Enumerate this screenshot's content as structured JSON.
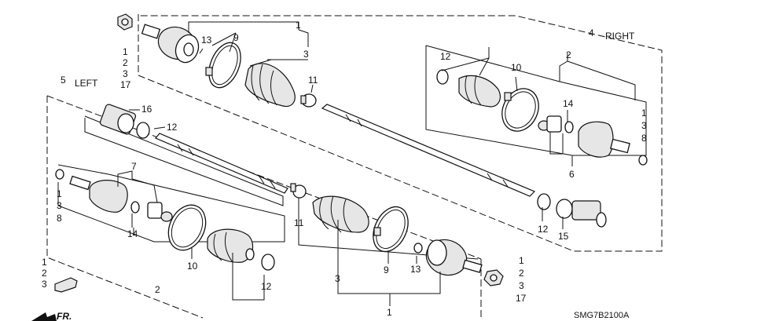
{
  "labels": {
    "right": "RIGHT",
    "left": "LEFT",
    "fr": "FR.",
    "drawing_code": "SMG7B2100A"
  },
  "callouts": {
    "c1_top": "1",
    "c3_top": "3",
    "c9_top": "9",
    "c13_top": "13",
    "c11_top": "11",
    "c4": "4",
    "c2_right": "2",
    "c12_right": "12",
    "c10_right": "10",
    "c14_right": "14",
    "c6": "6",
    "c1_right": "1",
    "c3_right": "3",
    "c8_right": "8",
    "c12_right_low": "12",
    "c15": "15",
    "c5": "5",
    "c16": "16",
    "c12_left_top": "12",
    "c7": "7",
    "c14_left": "14",
    "c10_left": "10",
    "c2_left": "2",
    "c12_left_low": "12",
    "c11_mid": "11",
    "c3_bottom": "3",
    "c9_bottom": "9",
    "c13_bottom": "13",
    "c1_bottom": "1"
  },
  "stacks": {
    "top_left": [
      "1",
      "2",
      "3",
      "17"
    ],
    "right_outer": [
      "1",
      "3",
      "8"
    ],
    "left_inner": [
      "1",
      "3",
      "8"
    ],
    "bottom_right": [
      "1",
      "2",
      "3",
      "17"
    ],
    "bottom_left": [
      "1",
      "2",
      "3"
    ]
  }
}
